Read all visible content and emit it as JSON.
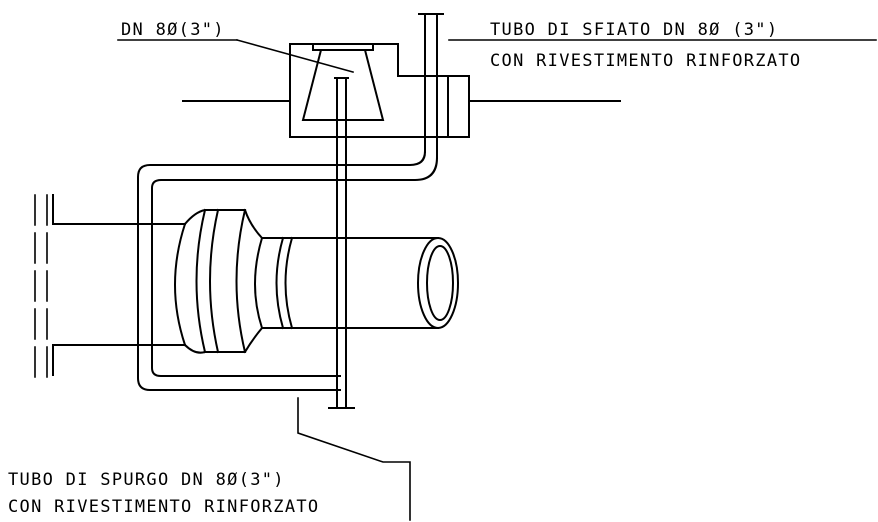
{
  "labels": {
    "valve_size": "DN 8Ø(3\")",
    "vent_pipe_line1": "TUBO DI SFIATO DN 8Ø (3\")",
    "vent_pipe_line2": "CON RIVESTIMENTO RINFORZATO",
    "drain_pipe_line1": "TUBO DI SPURGO DN 8Ø(3\")",
    "drain_pipe_line2": "CON RIVESTIMENTO RINFORZATO"
  },
  "colors": {
    "line": "#000000",
    "background": "#ffffff"
  }
}
